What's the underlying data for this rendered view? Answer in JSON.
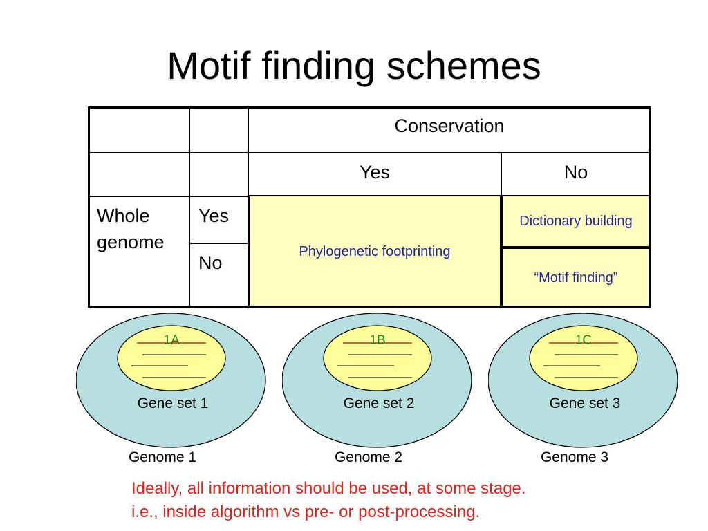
{
  "slide": {
    "title": "Motif finding schemes"
  },
  "table": {
    "header_conservation": "Conservation",
    "col_yes": "Yes",
    "col_no": "No",
    "row_group": "Whole genome",
    "row_yes": "Yes",
    "row_no": "No",
    "phylogenetic": "Phylogenetic footprinting",
    "dictionary": "Dictionary building",
    "motif_finding": "“Motif finding”"
  },
  "genomes": [
    {
      "set_id": "1A",
      "gene_set": "Gene set 1",
      "genome": "Genome 1"
    },
    {
      "set_id": "1B",
      "gene_set": "Gene set 2",
      "genome": "Genome 2"
    },
    {
      "set_id": "1C",
      "gene_set": "Gene set 3",
      "genome": "Genome 3"
    }
  ],
  "note": {
    "line1": "Ideally, all information should be used, at some stage.",
    "line2": "i.e., inside algorithm vs pre- or post-processing."
  },
  "colors": {
    "highlight_fill": "#ffffc0",
    "highlight_text": "#22229a",
    "genome_fill": "#b8dfe0",
    "gene_fill": "#ffff99",
    "set_id_text": "#1a8a1a",
    "note_text": "#e0201c",
    "underline": "#e0201c"
  }
}
